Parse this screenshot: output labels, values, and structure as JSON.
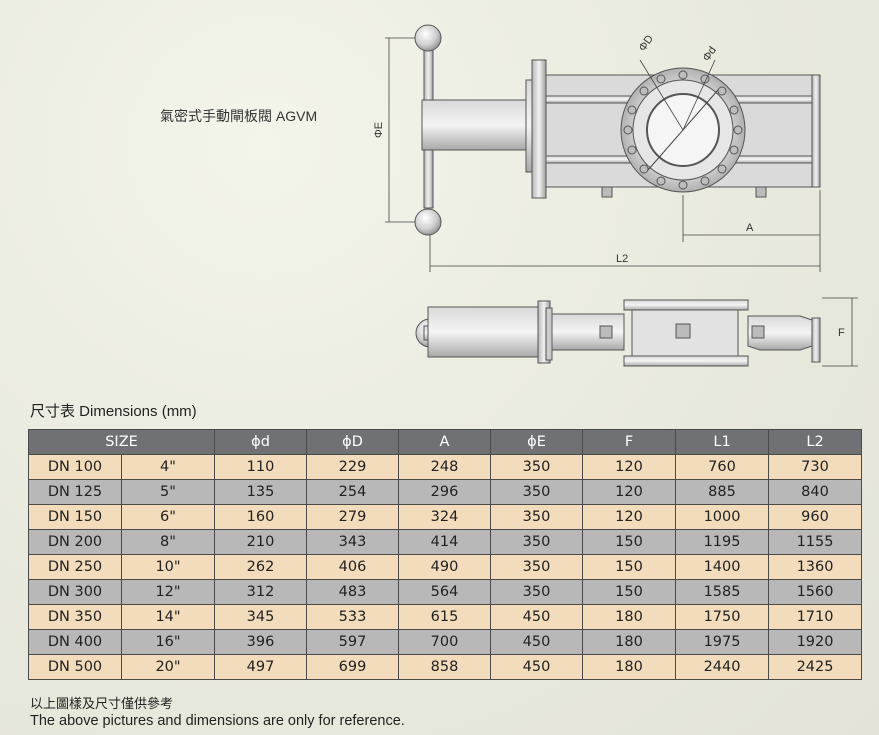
{
  "caption": "氣密式手動閘板閥 AGVM",
  "drawing_labels": {
    "phi_D": "ΦD",
    "phi_d": "Φd",
    "phi_E": "ΦE",
    "A": "A",
    "L2": "L2",
    "F": "F"
  },
  "table_title": "尺寸表 Dimensions (mm)",
  "headers": [
    "SIZE",
    "ϕd",
    "ϕD",
    "A",
    "ϕE",
    "F",
    "L1",
    "L2"
  ],
  "rows": [
    [
      "DN 100",
      "4\"",
      "110",
      "229",
      "248",
      "350",
      "120",
      "760",
      "730"
    ],
    [
      "DN 125",
      "5\"",
      "135",
      "254",
      "296",
      "350",
      "120",
      "885",
      "840"
    ],
    [
      "DN 150",
      "6\"",
      "160",
      "279",
      "324",
      "350",
      "120",
      "1000",
      "960"
    ],
    [
      "DN 200",
      "8\"",
      "210",
      "343",
      "414",
      "350",
      "150",
      "1195",
      "1155"
    ],
    [
      "DN 250",
      "10\"",
      "262",
      "406",
      "490",
      "350",
      "150",
      "1400",
      "1360"
    ],
    [
      "DN 300",
      "12\"",
      "312",
      "483",
      "564",
      "350",
      "150",
      "1585",
      "1560"
    ],
    [
      "DN 350",
      "14\"",
      "345",
      "533",
      "615",
      "450",
      "180",
      "1750",
      "1710"
    ],
    [
      "DN 400",
      "16\"",
      "396",
      "597",
      "700",
      "450",
      "180",
      "1975",
      "1920"
    ],
    [
      "DN 500",
      "20\"",
      "497",
      "699",
      "858",
      "450",
      "180",
      "2440",
      "2425"
    ]
  ],
  "note_cn": "以上圖樣及尺寸僅供參考",
  "note_en": "The above pictures and dimensions are only for reference."
}
